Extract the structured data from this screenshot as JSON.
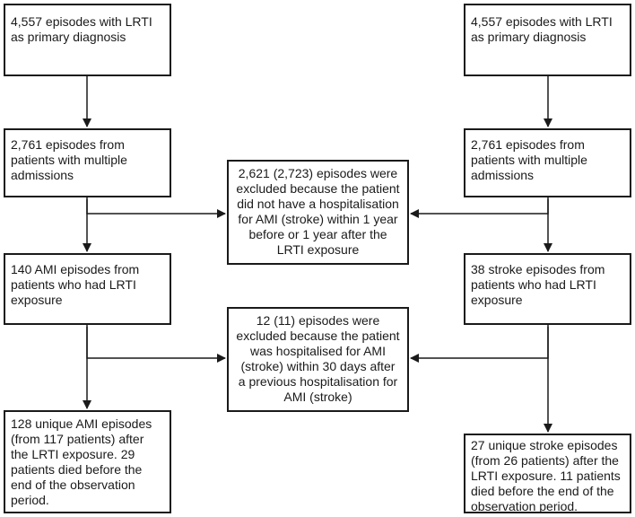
{
  "left_column": {
    "start": "4,557 episodes with LRTI\nas primary diagnosis",
    "multiple": "2,761 episodes from\npatients with multiple\nadmissions",
    "ami": "140 AMI episodes from\npatients who had  LRTI\nexposure",
    "final": "128 unique AMI episodes\n(from 117 patients) after\nthe LRTI exposure. 29\npatients died before the\nend of the observation\nperiod."
  },
  "right_column": {
    "start": "4,557 episodes with LRTI\nas primary diagnosis",
    "multiple": "2,761 episodes from\npatients with multiple\nadmissions",
    "stroke": "38 stroke episodes from\npatients who had  LRTI\nexposure",
    "final": "27 unique stroke episodes\n(from 26 patients) after the\nLRTI exposure. 11 patients\ndied before the end of the\nobservation period."
  },
  "exclusions": {
    "first": "2,621 (2,723) episodes were\nexcluded because the patient\ndid not have a hospitalisation\nfor AMI (stroke) within 1 year\nbefore or 1 year after the\nLRTI exposure",
    "second": "12 (11) episodes were\nexcluded because the patient\nwas hospitalised for AMI\n(stroke) within 30 days after\na previous hospitalisation for\nAMI (stroke)"
  },
  "colors": {
    "line": "#1a1a1a",
    "box_border": "#1a1a1a",
    "background": "#ffffff"
  }
}
